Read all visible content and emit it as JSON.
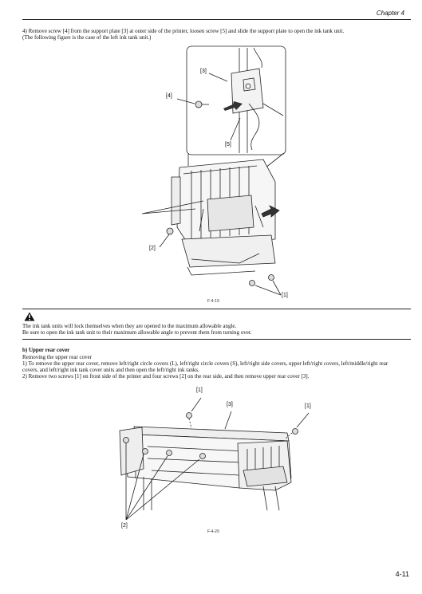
{
  "header": {
    "chapter": "Chapter 4"
  },
  "step4": {
    "line1": "4) Remove screw [4] from the support plate [3] at outer side of the printer, loosen screw [5] and slide the support plate to open the ink tank unit.",
    "line2": "(The following figure is the case of the left ink tank unit.)"
  },
  "figure1": {
    "labels": {
      "l3": "[3]",
      "l4": "[4]",
      "l5": "[5]",
      "l2": "[2]",
      "l1": "[1]"
    },
    "caption": "F-4-19"
  },
  "caution": {
    "icon": "warning-triangle-icon",
    "line1": "The ink tank units will lock themselves when they are opened to the maximum allowable angle.",
    "line2": "Be sure to open the ink tank unit to their maximum allowable angle to prevent them from turning over."
  },
  "section_b": {
    "heading": "b) Upper rear cover",
    "sub": "Removing the upper rear cover",
    "step1_a": "1) To remove the upper rear cover, remove left/right circle covers (L), left/right circle covers (S), left/right side covers, upper left/right covers, left/middle/right rear",
    "step1_b": "covers, and left/right ink tank cover units and then open the left/right ink tanks.",
    "step2": "2) Remove two screws [1] on front side of the printer and four screws [2] on the rear side, and then remove upper rear cover [3]."
  },
  "figure2": {
    "labels": {
      "l1a": "[1]",
      "l3": "[3]",
      "l1b": "[1]",
      "l2": "[2]"
    },
    "caption": "F-4-20"
  },
  "footer": {
    "page_number": "4-11"
  }
}
